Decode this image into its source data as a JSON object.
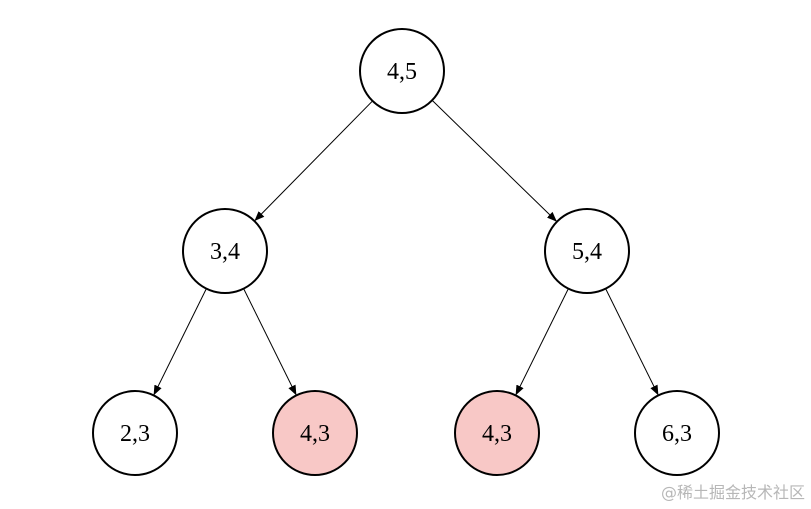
{
  "diagram": {
    "nodes": [
      {
        "id": "root",
        "label": "4,5",
        "highlighted": false
      },
      {
        "id": "left",
        "label": "3,4",
        "highlighted": false
      },
      {
        "id": "right",
        "label": "5,4",
        "highlighted": false
      },
      {
        "id": "ll",
        "label": "2,3",
        "highlighted": false
      },
      {
        "id": "lr",
        "label": "4,3",
        "highlighted": true
      },
      {
        "id": "rl",
        "label": "4,3",
        "highlighted": true
      },
      {
        "id": "rr",
        "label": "6,3",
        "highlighted": false
      }
    ],
    "edges": [
      {
        "from": "root",
        "to": "left"
      },
      {
        "from": "root",
        "to": "right"
      },
      {
        "from": "left",
        "to": "ll"
      },
      {
        "from": "left",
        "to": "lr"
      },
      {
        "from": "right",
        "to": "rl"
      },
      {
        "from": "right",
        "to": "rr"
      }
    ],
    "colors": {
      "highlight_fill": "#f8c8c6",
      "normal_fill": "#ffffff",
      "stroke": "#000000"
    }
  },
  "watermark": {
    "text": "@稀土掘金技术社区"
  }
}
